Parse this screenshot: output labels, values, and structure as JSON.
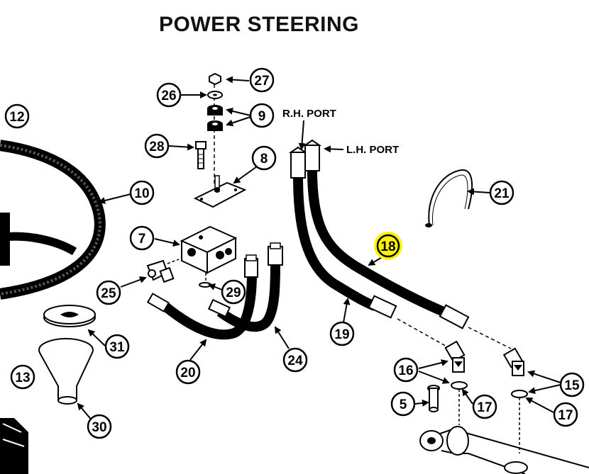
{
  "title": "POWER STEERING",
  "ports": {
    "rh": "R.H. PORT",
    "lh": "L.H. PORT"
  },
  "callouts": {
    "c5": "5",
    "c7": "7",
    "c8": "8",
    "c9": "9",
    "c10": "10",
    "c12": "12",
    "c13": "13",
    "c15": "15",
    "c16": "16",
    "c17a": "17",
    "c17b": "17",
    "c18": "18",
    "c19": "19",
    "c20": "20",
    "c21": "21",
    "c24": "24",
    "c25": "25",
    "c26": "26",
    "c27": "27",
    "c28": "28",
    "c29": "29",
    "c30": "30",
    "c31": "31"
  },
  "highlight_color": "#fff200"
}
